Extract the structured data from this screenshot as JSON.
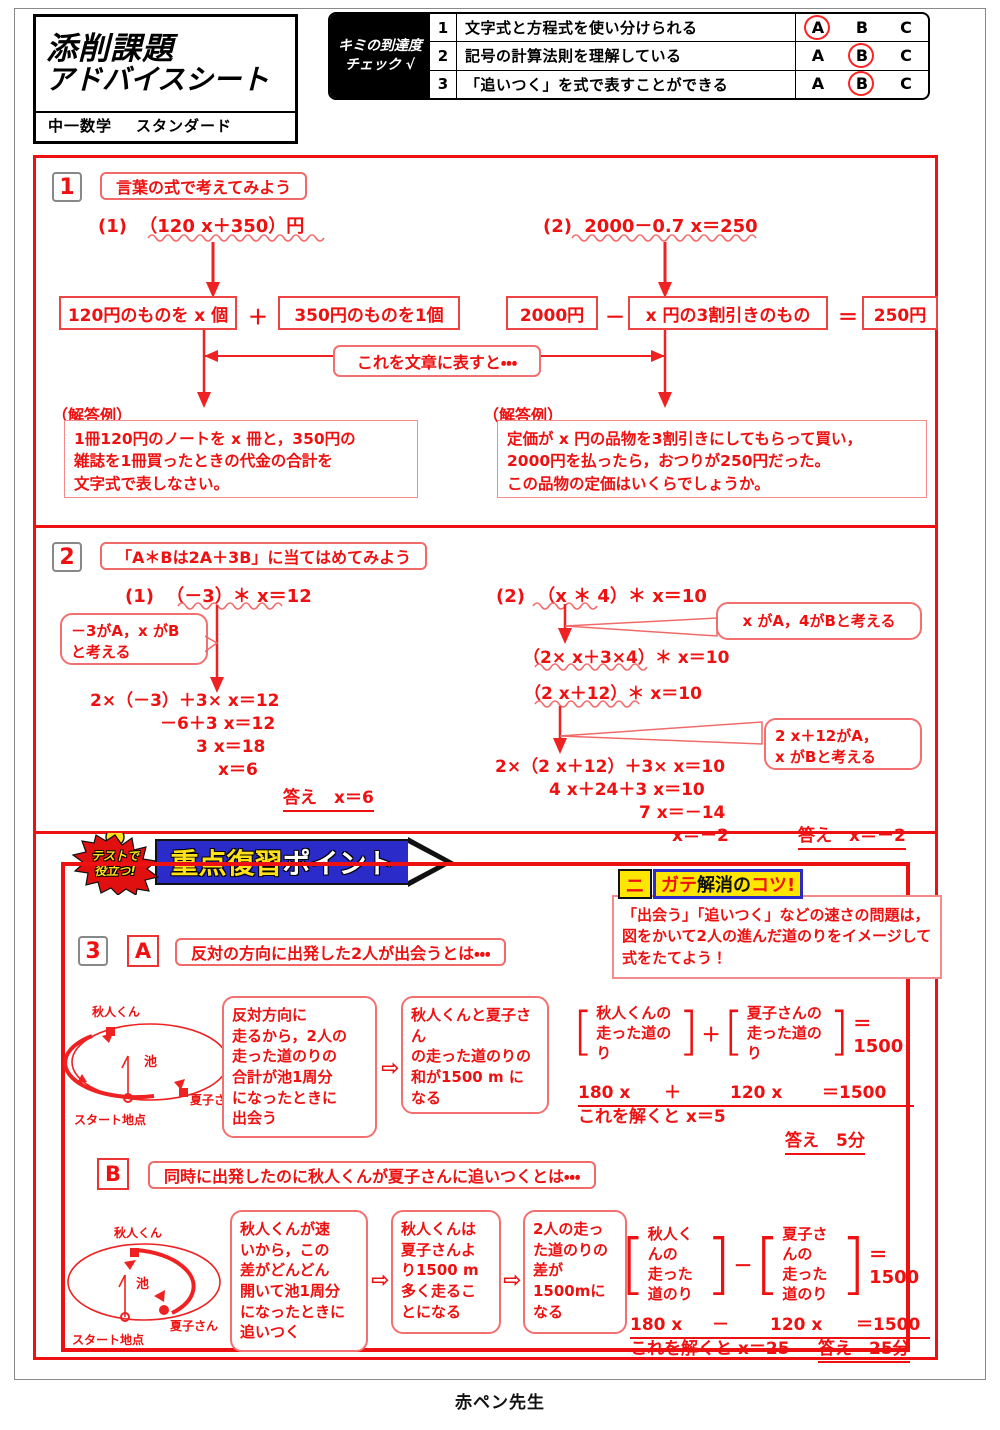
{
  "header": {
    "title_line1": "添削課題",
    "title_line2": "アドバイスシート",
    "subject": "中一数学",
    "level": "スタンダード",
    "check_badge_line1": "キミの到達度",
    "check_badge_line2": "チェック √",
    "check_rows": [
      {
        "no": "1",
        "text": "文字式と方程式を使い分けられる",
        "grades": [
          "A",
          "B",
          "C"
        ],
        "selected": "A"
      },
      {
        "no": "2",
        "text": "記号の計算法則を理解している",
        "grades": [
          "A",
          "B",
          "C"
        ],
        "selected": "B"
      },
      {
        "no": "3",
        "text": "「追いつく」を式で表すことができる",
        "grades": [
          "A",
          "B",
          "C"
        ],
        "selected": "B"
      }
    ]
  },
  "section1": {
    "number": "1",
    "heading": "言葉の式で考えてみよう",
    "left": {
      "problem_label": "(1)",
      "problem_expr": "（120 x＋350）円",
      "box1": "120円のものを x 個",
      "operator": "＋",
      "box2": "350円のものを1個",
      "answer_label": "（解答例）",
      "answer_text": "1冊120円のノートを x 冊と，350円の\n雑誌を1冊買ったときの代金の合計を\n文字式で表しなさい。"
    },
    "right": {
      "problem_label": "(2)",
      "problem_expr": "2000－0.7 x＝250",
      "box1": "2000円",
      "op1": "－",
      "box2": "x 円の3割引きのもの",
      "op2": "＝",
      "box3": "250円",
      "answer_label": "（解答例）",
      "answer_text": "定価が x 円の品物を3割引きにしてもらって買い，\n2000円を払ったら，おつりが250円だった。\nこの品物の定価はいくらでしょうか。"
    },
    "middle_note": "これを文章に表すと・・・"
  },
  "section2": {
    "number": "2",
    "heading": "「A＊Bは2A＋3B」に当てはめてみよう",
    "left": {
      "problem_label": "(1)",
      "problem_expr": "（－3）＊ x＝12",
      "callout": "－3がA，x がB\nと考える",
      "steps": [
        "2×（－3）＋3× x＝12",
        "－6＋3 x＝12",
        "3 x＝18",
        "x＝6"
      ],
      "answer": "答え　x＝6"
    },
    "right": {
      "problem_label": "(2)",
      "problem_expr": "（x ＊ 4）＊ x＝10",
      "callout1": "x がA，4がBと考える",
      "step_a": "（2× x＋3×4）＊ x＝10",
      "step_b": "（2 x＋12）＊ x＝10",
      "callout2": "2 x＋12がA，\nx がBと考える",
      "steps": [
        "2×（2 x＋12）＋3× x＝10",
        "4 x＋24＋3 x＝10",
        "7 x＝－14",
        "x＝－2"
      ],
      "answer": "答え　x＝－2"
    }
  },
  "banner": {
    "star_line1": "テストで",
    "star_line2": "役立つ!",
    "text_yellow": "重点復習",
    "text_white": "ポイント"
  },
  "tip": {
    "head_ni": "ニ",
    "head_red1": "ガテ",
    "head_black": "解消の",
    "head_red2": "コツ!",
    "body": "「出会う」「追いつく」などの速さの問題は，\n図をかいて2人の進んだ道のりをイメージして\n式をたてよう！"
  },
  "section3": {
    "number": "3",
    "partA": {
      "label": "A",
      "heading": "反対の方向に出発した2人が出会うとは・・・",
      "diagram": {
        "person_top": "秋人くん",
        "person_bottom": "夏子さん",
        "pond": "池",
        "start": "スタート地点"
      },
      "flow1": "反対方向に\n走るから，2人の\n走った道のりの\n合計が池1周分\nになったときに\n出会う",
      "flow2": "秋人くんと夏子さん\nの走った道のりの\n和が1500 m に\nなる",
      "bracket1": "秋人くんの\n走った道のり",
      "bracket_op": "＋",
      "bracket2": "夏子さんの\n走った道のり",
      "bracket_eq": "＝1500",
      "eq_terms": [
        "180 x",
        "＋",
        "120 x",
        "＝1500"
      ],
      "solve": "これを解くと x＝5",
      "answer": "答え　5分"
    },
    "partB": {
      "label": "B",
      "heading": "同時に出発したのに秋人くんが夏子さんに追いつくとは・・・",
      "diagram": {
        "person_top": "秋人くん",
        "person_bottom": "夏子さん",
        "pond": "池",
        "start": "スタート地点"
      },
      "flow1": "秋人くんが速\nいから，この\n差がどんどん\n開いて池1周分\nになったときに\n追いつく",
      "flow2": "秋人くんは\n夏子さんよ\nり1500 m\n多く走るこ\nとになる",
      "flow3": "2人の走っ\nた道のりの\n差が\n1500mに\nなる",
      "bracket1": "秋人くんの\n走った\n道のり",
      "bracket_op": "－",
      "bracket2": "夏子さんの\n走った\n道のり",
      "bracket_eq": "＝1500",
      "eq_terms": [
        "180 x",
        "－",
        "120 x",
        "＝1500"
      ],
      "solve": "これを解くと x＝25",
      "answer": "答え　25分"
    }
  },
  "footer": {
    "logo": "赤ペン先生"
  },
  "colors": {
    "red": "#ee1111",
    "light_red": "#f27070",
    "blue": "#2b2bc9",
    "yellow": "#ffe600"
  }
}
